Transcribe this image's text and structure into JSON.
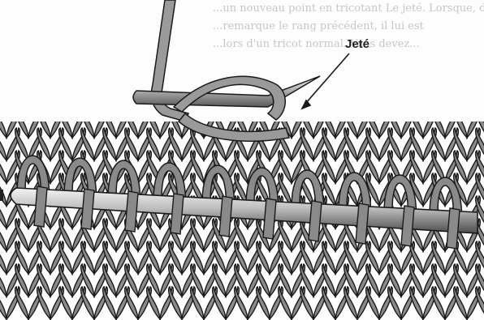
{
  "diagram": {
    "callout_label": "Jeté",
    "bleed_through_lines": [
      "...un nouveau point en tricotant Le jeté. Lorsque, d'un rang",
      "...remarque le rang précédent, il lui est",
      "...lors d'un tricot normal. Vous devez..."
    ]
  },
  "colors": {
    "stitch_fill": "#8a8a8a",
    "stitch_outline": "#1a1a1a",
    "needle_light": "#f2f2f2",
    "needle_dark": "#555555",
    "yarn_fill": "#999999"
  }
}
